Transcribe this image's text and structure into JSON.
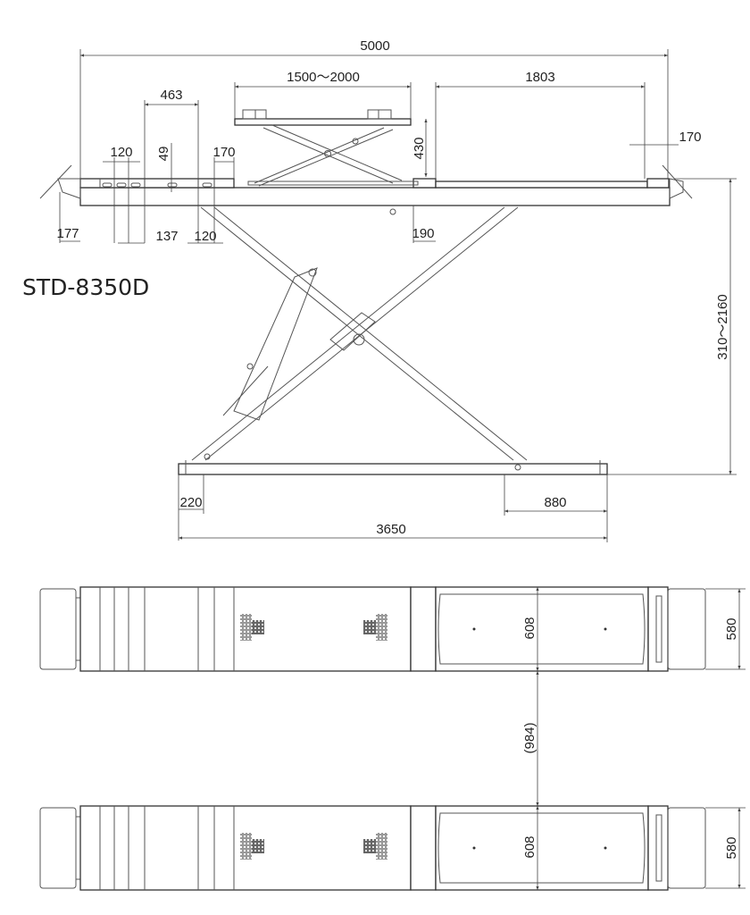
{
  "model": "STD-8350D",
  "side_view": {
    "dimensions": {
      "overall_length": "5000",
      "sub_platform_travel": "1500～2000",
      "turntable_section": "1803",
      "front_slot_span": "463",
      "slot_pitch": "120",
      "slot_height": "49",
      "slot_width": "170",
      "right_offset": "170",
      "sub_lift_height": "430",
      "ramp_length": "177",
      "offset_137": "137",
      "offset_120": "120",
      "offset_190": "190",
      "lift_height_range": "310～2160",
      "base_end": "220",
      "base_right": "880",
      "base_length": "3650"
    }
  },
  "plan_view": {
    "dimensions": {
      "runway_width_top": "608",
      "outer_width_top": "580",
      "inner_gap": "(984)",
      "runway_width_bottom": "608",
      "outer_width_bottom": "580"
    }
  }
}
